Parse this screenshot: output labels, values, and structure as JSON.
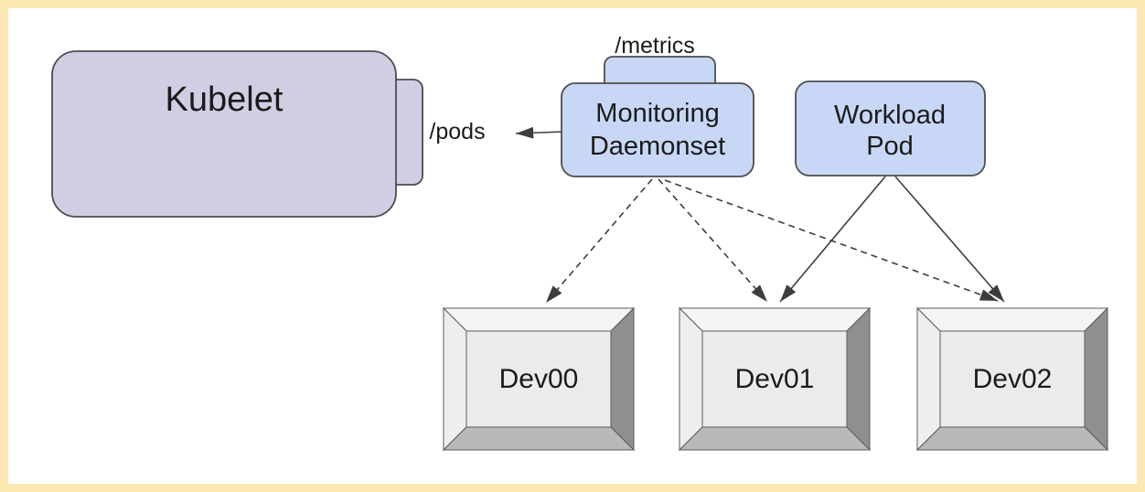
{
  "colors": {
    "canvas": "#ffffff",
    "frame": "#fbe8b3",
    "node-purple": "#d3cde4",
    "node-blue": "#c8d7f5",
    "node-border": "#4d4d4d",
    "edge": "#3d3d3d",
    "text": "#1b1b1b",
    "bevel-top": "#f5f5f5",
    "bevel-left": "#eeeeee",
    "bevel-right": "#8f8f8f",
    "bevel-bottom": "#b9b9b9",
    "bevel-face": "#ebebeb",
    "bevel-border": "#5c5c5c"
  },
  "nodes": {
    "kubelet": {
      "label": "Kubelet",
      "endpoint_label": "/pods"
    },
    "monitoring": {
      "label_lines": [
        "Monitoring",
        "Daemonset"
      ],
      "endpoint_label": "/metrics"
    },
    "workload": {
      "label_lines": [
        "Workload",
        "Pod"
      ]
    }
  },
  "devices": [
    {
      "label": "Dev00"
    },
    {
      "label": "Dev01"
    },
    {
      "label": "Dev02"
    }
  ],
  "edges": [
    {
      "from": "monitoring-daemonset",
      "to": "kubelet-pods-endpoint",
      "style": "solid"
    },
    {
      "from": "monitoring-daemonset",
      "to": "dev00",
      "style": "dashed"
    },
    {
      "from": "monitoring-daemonset",
      "to": "dev01",
      "style": "dashed"
    },
    {
      "from": "monitoring-daemonset",
      "to": "dev02",
      "style": "dashed"
    },
    {
      "from": "workload-pod",
      "to": "dev01",
      "style": "solid"
    },
    {
      "from": "workload-pod",
      "to": "dev02",
      "style": "solid"
    }
  ]
}
